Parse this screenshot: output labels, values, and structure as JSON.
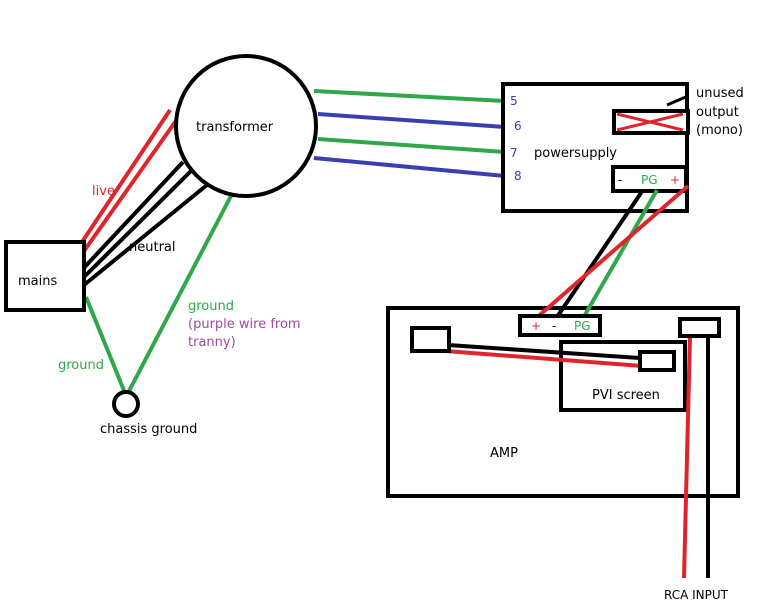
{
  "colors": {
    "black": "#000000",
    "red": "#e0242b",
    "green": "#2ea84a",
    "blue": "#3a3fb0",
    "purple": "#a04aa6"
  },
  "labels": {
    "transformer": "transformer",
    "live": "live",
    "neutral": "neutral",
    "mains": "mains",
    "ground_left": "ground",
    "ground_right": "ground",
    "ground_note_1": "(purple wire from",
    "ground_note_2": "tranny)",
    "chassis_ground": "chassis ground",
    "powersupply": "powersupply",
    "pin_5": "5",
    "pin_6": "6",
    "pin_7": "7",
    "pin_8": "8",
    "unused": "unused",
    "output": "output",
    "mono": "(mono)",
    "ps_minus": "-",
    "ps_pg": "PG",
    "ps_plus": "+",
    "amp_plus": "+",
    "amp_minus": "-",
    "amp_pg": "PG",
    "pvi_screen": "PVI screen",
    "amp": "AMP",
    "rca_input": "RCA INPUT"
  }
}
